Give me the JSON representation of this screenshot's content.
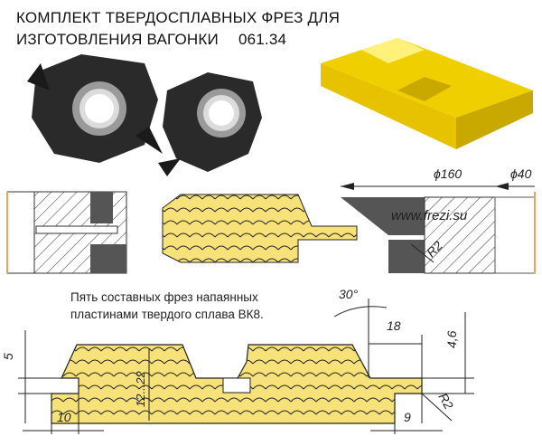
{
  "title": {
    "line1": "КОМПЛЕКТ ТВЕРДОСПЛАВНЫХ ФРЕЗ ДЛЯ",
    "line2": "ИЗГОТОВЛЕНИЯ ВАГОНКИ",
    "code": "061.34"
  },
  "drawing": {
    "watermark": "www.frezi.su",
    "dia_outer": "ϕ160",
    "dia_bore": "ϕ40",
    "radius_top": "R2",
    "note_line1": "Пять составных фрез напаянных",
    "note_line2": "пластинами твердого сплава ВК8.",
    "angle": "30°",
    "dim_18": "18",
    "dim_4_6": "4,6",
    "dim_5": "5",
    "dim_thickness": "12...22",
    "dim_10": "10",
    "dim_9": "9",
    "radius_bottom": "R2"
  },
  "colors": {
    "wood": "#f7e27a",
    "yellow_block": "#f5d800",
    "cutter": "#2a2a2a"
  }
}
